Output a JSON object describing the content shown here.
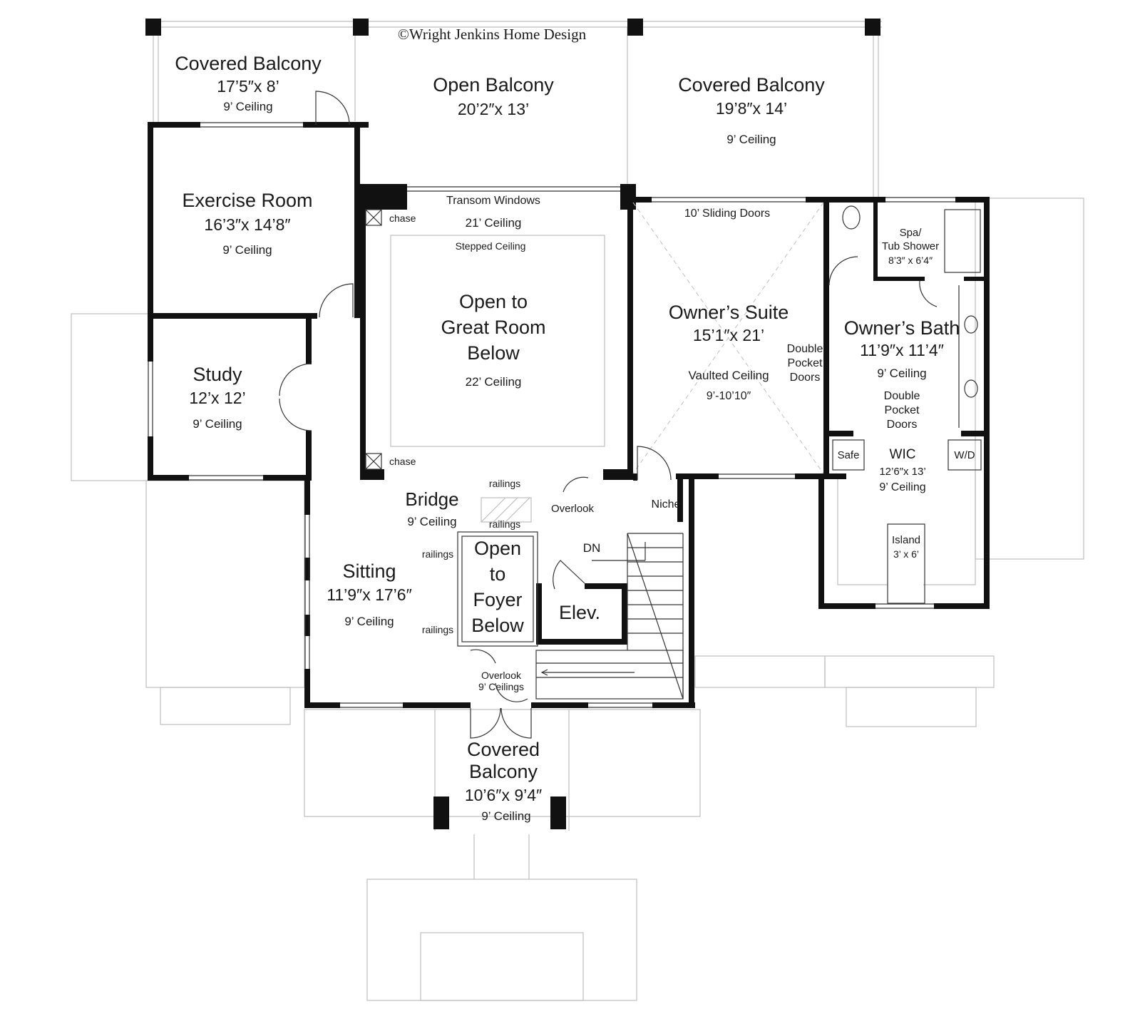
{
  "copyright": "©Wright Jenkins Home Design",
  "rooms": {
    "covered_balcony_nw": {
      "name": "Covered Balcony",
      "size": "17’5″x 8’",
      "ceiling": "9’ Ceiling"
    },
    "open_balcony": {
      "name": "Open Balcony",
      "size": "20’2″x 13’"
    },
    "covered_balcony_ne": {
      "name": "Covered Balcony",
      "size": "19’8″x 14’",
      "ceiling": "9’ Ceiling"
    },
    "exercise": {
      "name": "Exercise Room",
      "size": "16’3″x 14’8″",
      "ceiling": "9’ Ceiling"
    },
    "study": {
      "name": "Study",
      "size": "12’x 12’",
      "ceiling": "9’ Ceiling"
    },
    "great_room": {
      "line1": "Open to",
      "line2": "Great Room",
      "line3": "Below",
      "ceiling": "22’ Ceiling",
      "transom": "Transom Windows",
      "ceiling2": "21’ Ceiling",
      "stepped": "Stepped Ceiling"
    },
    "owners_suite": {
      "name": "Owner’s Suite",
      "size": "15’1″x 21’",
      "vaulted": "Vaulted Ceiling",
      "height": "9’-10’10″",
      "sliding": "10’ Sliding Doors"
    },
    "owners_bath": {
      "name": "Owner’s Bath",
      "size": "11’9″x 11’4″",
      "ceiling": "9’ Ceiling"
    },
    "spa": {
      "line1": "Spa/",
      "line2": "Tub Shower",
      "size": "8’3″ x 6’4″"
    },
    "pocket_left": {
      "line1": "Double",
      "line2": "Pocket",
      "line3": "Doors"
    },
    "pocket_right": {
      "line1": "Double",
      "line2": "Pocket",
      "line3": "Doors"
    },
    "wic": {
      "name": "WIC",
      "size": "12’6″x 13’",
      "ceiling": "9’ Ceiling",
      "safe": "Safe",
      "wd": "W/D",
      "island": "Island",
      "island_size": "3’ x 6’"
    },
    "bridge": {
      "name": "Bridge",
      "ceiling": "9’ Ceiling"
    },
    "sitting": {
      "name": "Sitting",
      "size": "11’9″x 17’6″",
      "ceiling": "9’ Ceiling"
    },
    "foyer": {
      "line1": "Open",
      "line2": "to",
      "line3": "Foyer",
      "line4": "Below"
    },
    "elevator": {
      "name": "Elev."
    },
    "covered_balcony_s": {
      "line1": "Covered",
      "line2": "Balcony",
      "size": "10’6″x 9’4″",
      "ceiling": "9’ Ceiling"
    }
  },
  "notes": {
    "chase_top": "chase",
    "chase_bottom": "chase",
    "railings_top": "railings",
    "railings_mid": "railings",
    "railings_left_top": "railings",
    "railings_left_bottom": "railings",
    "overlook_top": "Overlook",
    "overlook_bottom": "Overlook",
    "overlook_bottom_ceiling": "9’ Ceilings",
    "niche": "Niche",
    "dn": "DN"
  }
}
